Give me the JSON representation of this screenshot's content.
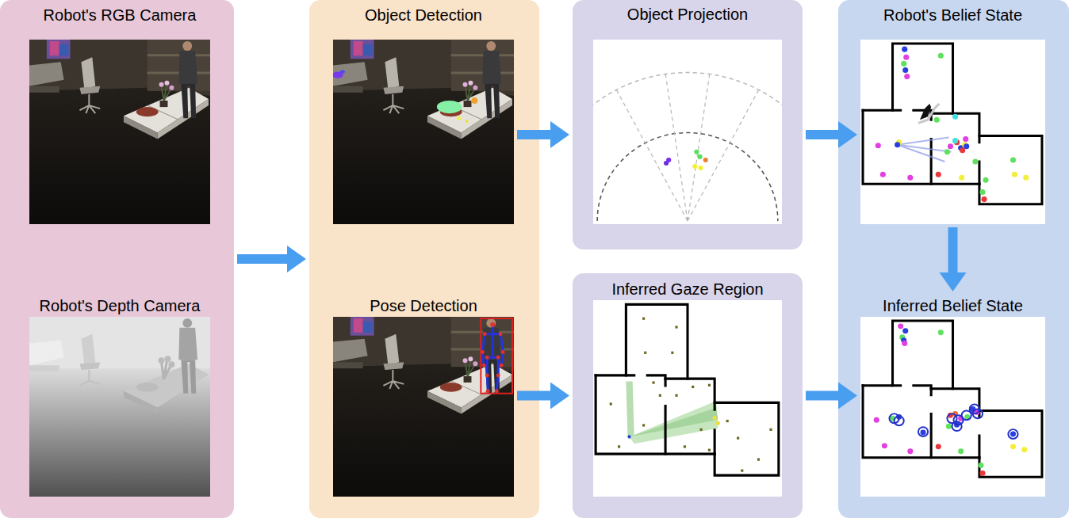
{
  "diagram": {
    "nodes": [
      {
        "text": []
      },
      {
        "text": [
          "Robot's RGB Camera"
        ],
        "in": 0
      },
      {
        "text": [
          "Robot's Depth Camera"
        ],
        "in": 0
      },
      {
        "text": []
      },
      {
        "text": [
          "Object Detection"
        ],
        "in": 3
      },
      {
        "text": [
          "Pose Detection"
        ],
        "in": 3
      },
      {
        "text": [
          "Object Projection"
        ]
      },
      {
        "text": [
          "Inferred Gaze Region"
        ]
      },
      {
        "text": []
      },
      {
        "text": [
          "Robot's Belief State"
        ],
        "in": 8
      },
      {
        "text": [
          "Inferred Belief State"
        ],
        "in": 8
      }
    ],
    "edges": [
      {
        "from": 0,
        "to": 3,
        "arrow": "to"
      },
      {
        "from": 4,
        "to": 6,
        "arrow": "to"
      },
      {
        "from": 5,
        "to": 7,
        "arrow": "to"
      },
      {
        "from": 6,
        "to": 9,
        "arrow": "to"
      },
      {
        "from": 7,
        "to": 10,
        "arrow": "to"
      },
      {
        "from": 9,
        "to": 10,
        "arrow": "to"
      }
    ]
  }
}
